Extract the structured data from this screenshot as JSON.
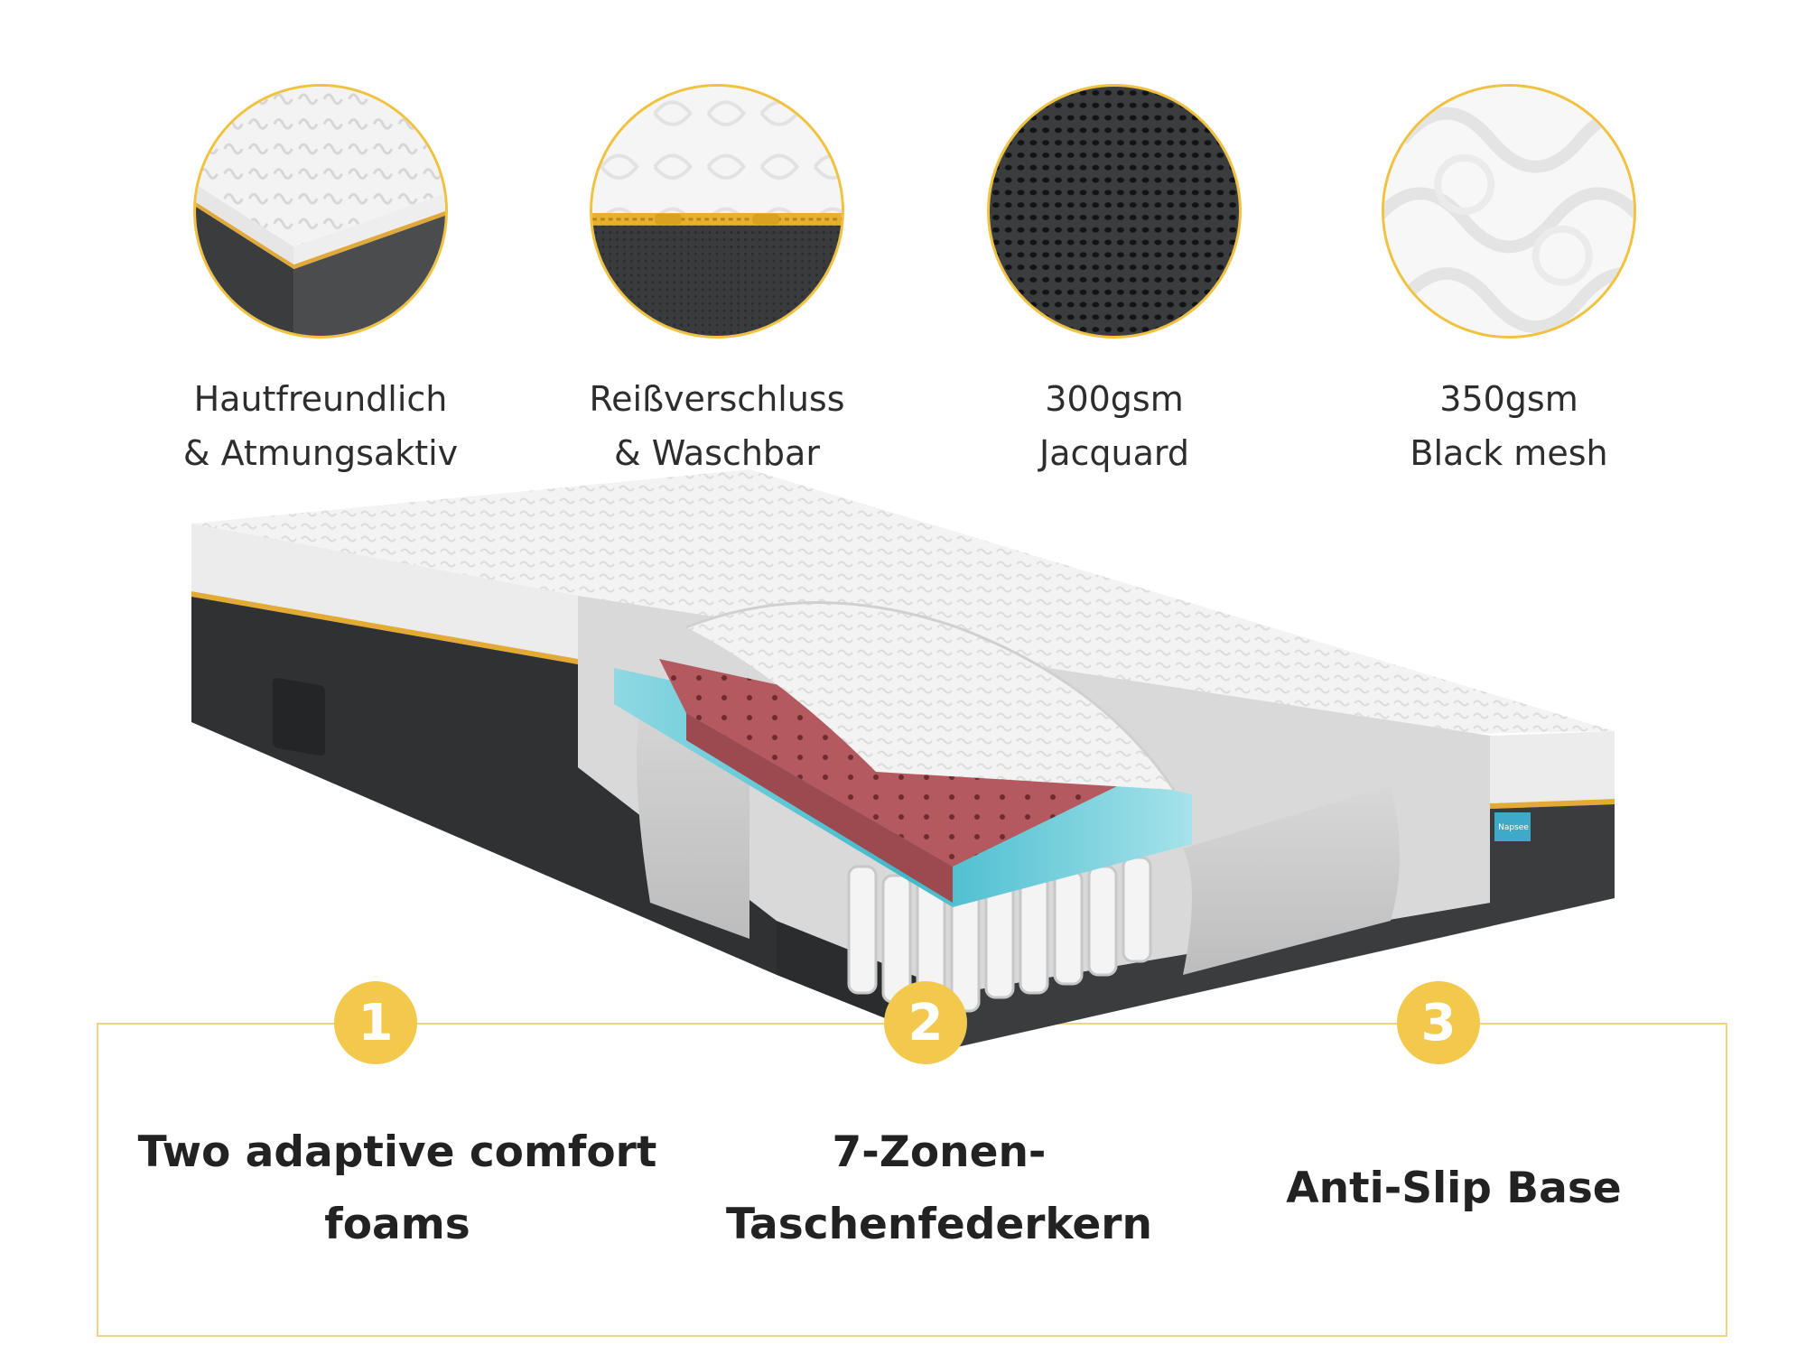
{
  "colors": {
    "accent_gold": "#f2c94c",
    "panel_border": "#efd389",
    "cover_white": "#f2f2f2",
    "base_dark": "#2c2e2f",
    "foam_pink": "#b9646a",
    "gel_blue": "#4cc3d3"
  },
  "features": [
    {
      "icon": "soft-cover-swatch-icon",
      "line1": "Hautfreundlich",
      "line2": "& Atmungsaktiv"
    },
    {
      "icon": "zipper-swatch-icon",
      "line1": "Reißverschluss",
      "line2": "& Waschbar"
    },
    {
      "icon": "black-mesh-swatch-icon",
      "line1": "300gsm",
      "line2": "Jacquard"
    },
    {
      "icon": "jacquard-swatch-icon",
      "line1": "350gsm",
      "line2": "Black mesh"
    }
  ],
  "mattress": {
    "icon": "mattress-cutaway-illustration",
    "brand_tag": "Napsee"
  },
  "steps": [
    {
      "number": "1",
      "line1": "Two adaptive comfort",
      "line2": "foams"
    },
    {
      "number": "2",
      "line1": "7-Zonen-",
      "line2": "Taschenfederkern"
    },
    {
      "number": "3",
      "line1": "Anti-Slip Base",
      "line2": ""
    }
  ]
}
